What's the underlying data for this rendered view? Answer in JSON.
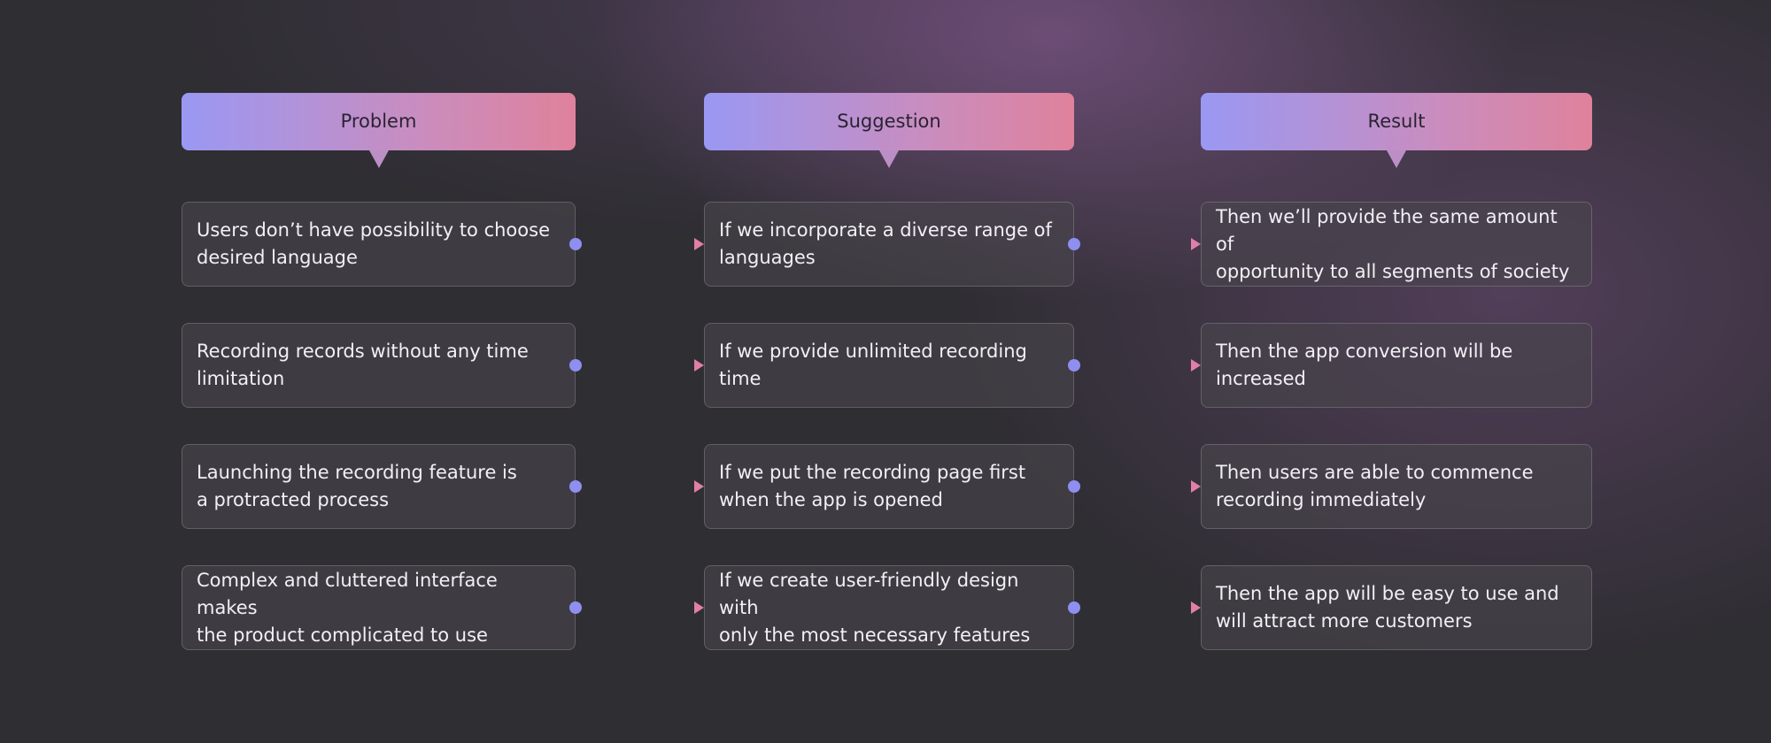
{
  "columns": [
    {
      "header": "Problem",
      "items": [
        "Users don’t have possibility to choose\ndesired language",
        "Recording records without any time\nlimitation",
        "Launching the recording feature is\na protracted process",
        "Complex and cluttered interface makes\nthe product complicated to use"
      ]
    },
    {
      "header": "Suggestion",
      "items": [
        "If we incorporate a diverse range of\nlanguages",
        "If we provide unlimited recording\ntime",
        "If we put the recording page first\nwhen the app is opened",
        "If we create user-friendly design with\nonly the most necessary features"
      ]
    },
    {
      "header": "Result",
      "items": [
        "Then we’ll provide the same amount of\nopportunity to all segments of society",
        "Then the app conversion will be\nincreased",
        "Then users are able to commence\nrecording immediately",
        "Then the app will be easy to use and\nwill attract more customers"
      ]
    }
  ],
  "colors": {
    "gradient_start": "#9a98f3",
    "gradient_end": "#df829c",
    "connector_dot": "#8e8ff0",
    "arrow_head": "#e07fa8"
  }
}
